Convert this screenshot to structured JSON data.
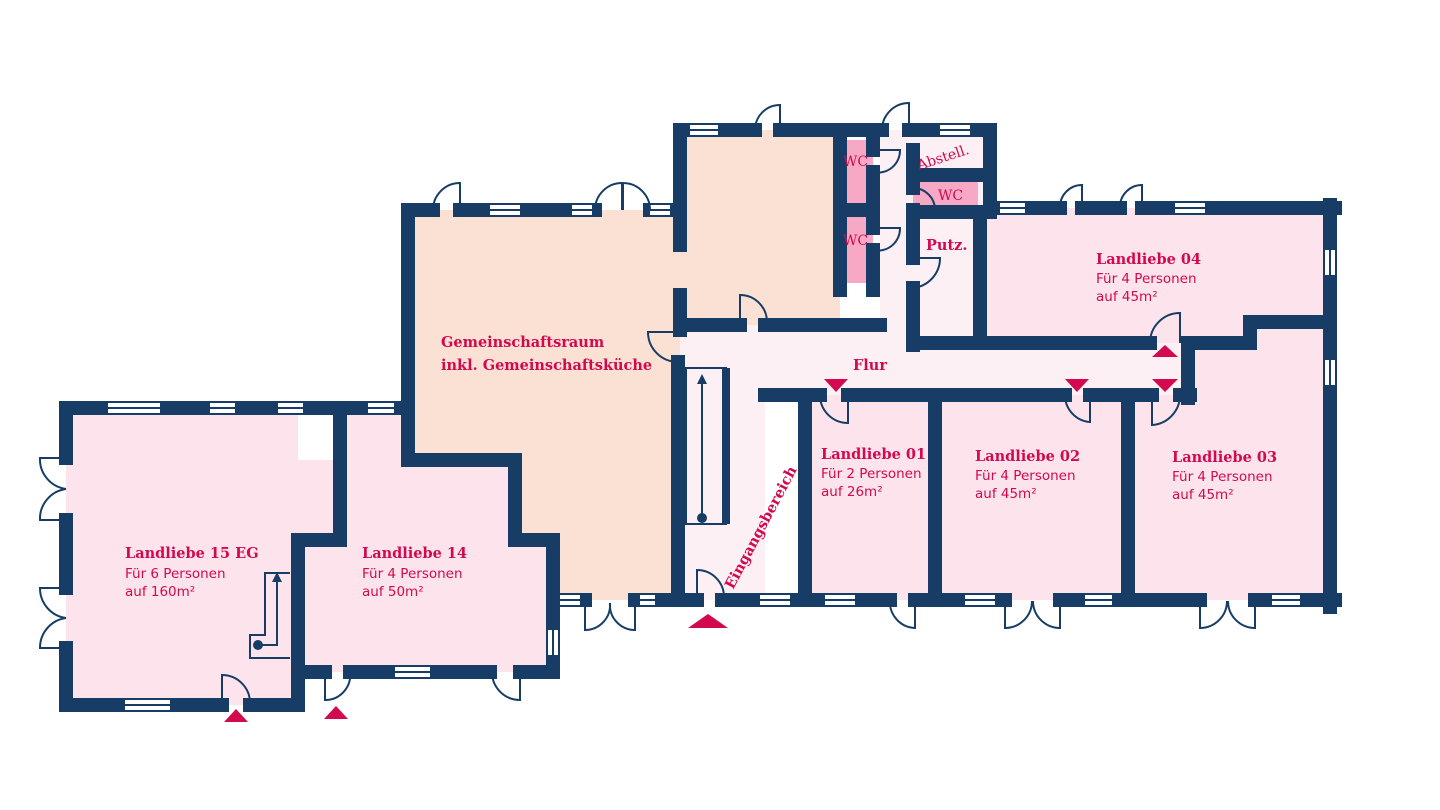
{
  "colors": {
    "wall": "#173d66",
    "room": "#fde4ec",
    "common": "#fbe1d3",
    "corridor": "#fdf0f4",
    "wc": "#f7a8c4",
    "accent": "#d2094f"
  },
  "rooms": {
    "gemeinschaft": {
      "line1": "Gemeinschaftsraum",
      "line2": "inkl. Gemeinschaftsküche"
    },
    "l15": {
      "title": "Landliebe 15 EG",
      "persons": "Für 6 Personen",
      "area": "auf 160m²"
    },
    "l14": {
      "title": "Landliebe 14",
      "persons": "Für 4 Personen",
      "area": "auf 50m²"
    },
    "l01": {
      "title": "Landliebe 01",
      "persons": "Für 2 Personen",
      "area": "auf 26m²"
    },
    "l02": {
      "title": "Landliebe 02",
      "persons": "Für 4 Personen",
      "area": "auf 45m²"
    },
    "l03": {
      "title": "Landliebe 03",
      "persons": "Für 4 Personen",
      "area": "auf 45m²"
    },
    "l04": {
      "title": "Landliebe 04",
      "persons": "Für 4 Personen",
      "area": "auf 45m²"
    }
  },
  "labels": {
    "flur": "Flur",
    "eingang": "Eingangsbereich",
    "wc1": "WC",
    "wc2": "WC",
    "wc3": "WC",
    "putz": "Putz.",
    "abstell": "Abstell."
  }
}
